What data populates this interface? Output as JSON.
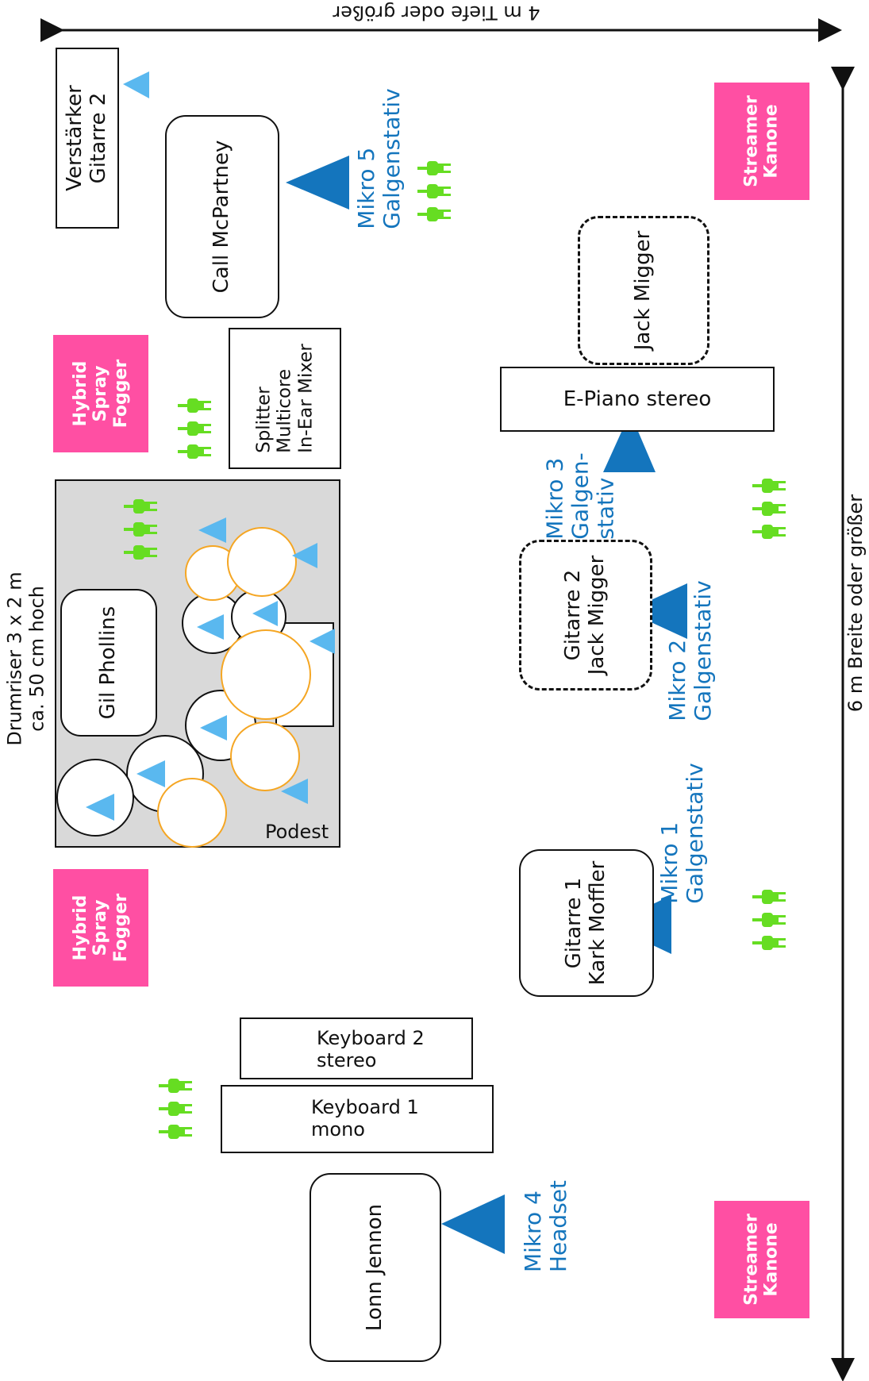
{
  "dimensions": {
    "depth": "4 m Tiefe oder größer",
    "width": "6 m Breite oder größer"
  },
  "effects": {
    "streamer_label": "Streamer\nKanone",
    "fogger_label": "Hybrid\nSpray\nFogger"
  },
  "drumriser": {
    "title": "Drumriser 3 x 2 m\nca. 50 cm hoch",
    "podest": "Podest",
    "drummer": "Gil Phollins"
  },
  "musicians": {
    "bass": "Call McPartney",
    "keys_player": "Jack Migger",
    "guitar2": "Gitarre 2\nJack Migger",
    "guitar1": "Gitarre 1\nKark Moffler",
    "vocals": "Lonn Jennon"
  },
  "equipment": {
    "amp_guitar2": "Verstärker\nGitarre 2",
    "splitter": "Splitter\nMulticore\nIn-Ear Mixer",
    "epiano": "E-Piano stereo",
    "keyboard2": "Keyboard 2\nstereo",
    "keyboard1": "Keyboard 1\nmono"
  },
  "mics": {
    "mikro5": "Mikro 5\nGalgenstativ",
    "mikro3": "Mikro 3\nGalgen-\nstativ",
    "mikro2": "Mikro 2\nGalgenstativ",
    "mikro1": "Mikro 1\nGalgenstativ",
    "mikro4": "Mikro 4\nHeadset"
  },
  "colors": {
    "effect_box": "#ff4fa3",
    "mic_triangle": "#1475bd",
    "drum_mic": "#5ab8ef",
    "power_plug": "#66dd22",
    "cymbal_outline": "#f5a623",
    "riser_fill": "#d9d9d9"
  }
}
